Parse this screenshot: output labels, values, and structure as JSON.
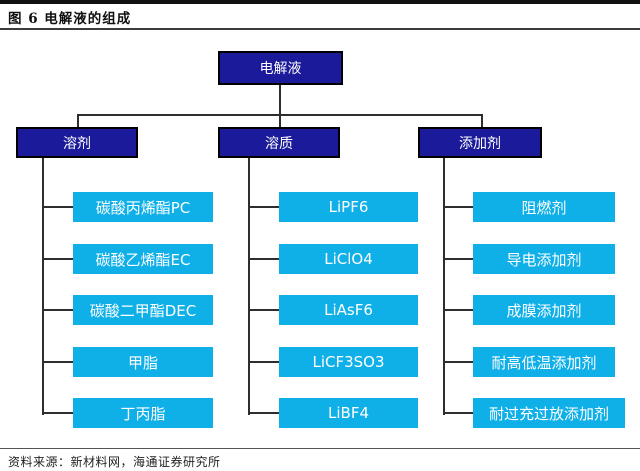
{
  "figure": {
    "title": "图 6 电解液的组成",
    "source": "资料来源：新材料网，海通证券研究所"
  },
  "tree": {
    "root": "电解液",
    "branches": [
      {
        "label": "溶剂",
        "items": [
          "碳酸丙烯酯PC",
          "碳酸乙烯酯EC",
          "碳酸二甲酯DEC",
          "甲脂",
          "丁丙脂"
        ]
      },
      {
        "label": "溶质",
        "items": [
          "LiPF6",
          "LiClO4",
          "LiAsF6",
          "LiCF3SO3",
          "LiBF4"
        ]
      },
      {
        "label": "添加剂",
        "items": [
          "阻燃剂",
          "导电添加剂",
          "成膜添加剂",
          "耐高低温添加剂",
          "耐过充过放添加剂"
        ]
      }
    ]
  },
  "colors": {
    "node_dark": "#1a1a9b",
    "node_cyan": "#0fafe8",
    "line": "#2e2e2e",
    "rule": "#3c3c3c"
  }
}
